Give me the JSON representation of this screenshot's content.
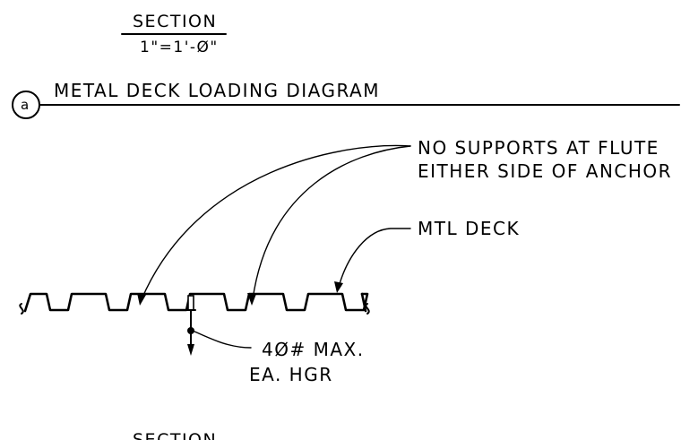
{
  "top_section": {
    "label": "SECTION",
    "scale": "1\"=1'-Ø\""
  },
  "detail": {
    "tag": "a",
    "title": "METAL DECK LOADING DIAGRAM"
  },
  "callouts": {
    "no_supports_line1": "NO SUPPORTS AT FLUTE",
    "no_supports_line2": "EITHER SIDE OF ANCHOR",
    "mtl_deck": "MTL DECK",
    "load_line1": "4Ø# MAX.",
    "load_line2": "EA. HGR"
  },
  "bottom_section": {
    "label": "SECTION"
  },
  "colors": {
    "ink": "#000000",
    "paper": "#ffffff"
  }
}
